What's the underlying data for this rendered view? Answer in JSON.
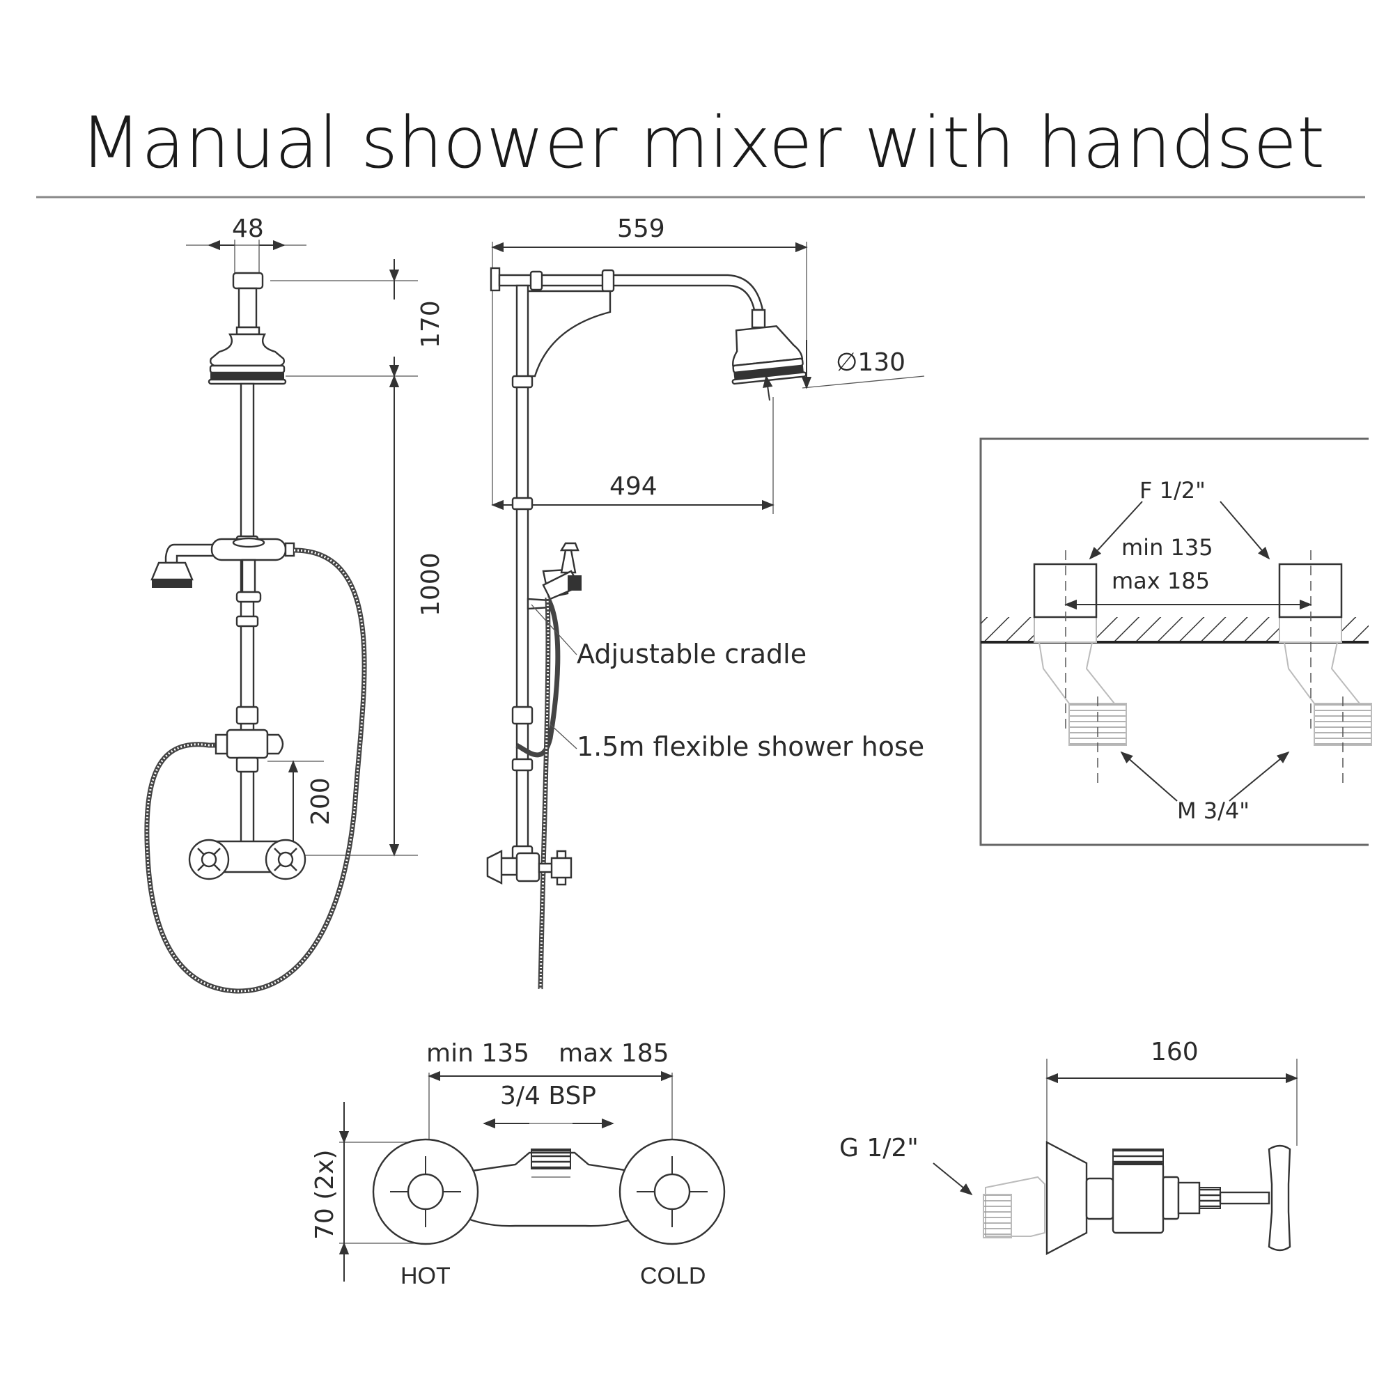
{
  "title": "Manual shower mixer with handset",
  "front_view": {
    "dim_width": "48",
    "dim_arm": "170",
    "dim_height": "1000",
    "dim_valve": "200"
  },
  "side_view": {
    "dim_projection": "559",
    "dim_head_center": "494",
    "dim_head_diameter": "∅130",
    "label_cradle": "Adjustable cradle",
    "label_hose": "1.5m flexible shower hose"
  },
  "wall_detail": {
    "thread_top": "F 1/2\"",
    "min_label": "min 135",
    "max_label": "max 185",
    "thread_bottom": "M 3/4\""
  },
  "valve_front": {
    "min_label": "min 135",
    "max_label": "max 185",
    "bsp_label": "3/4 BSP",
    "dim_height": "70 (2x)",
    "hot_label": "HOT",
    "cold_label": "COLD"
  },
  "valve_side": {
    "dim_depth": "160",
    "thread_label": "G 1/2\""
  }
}
